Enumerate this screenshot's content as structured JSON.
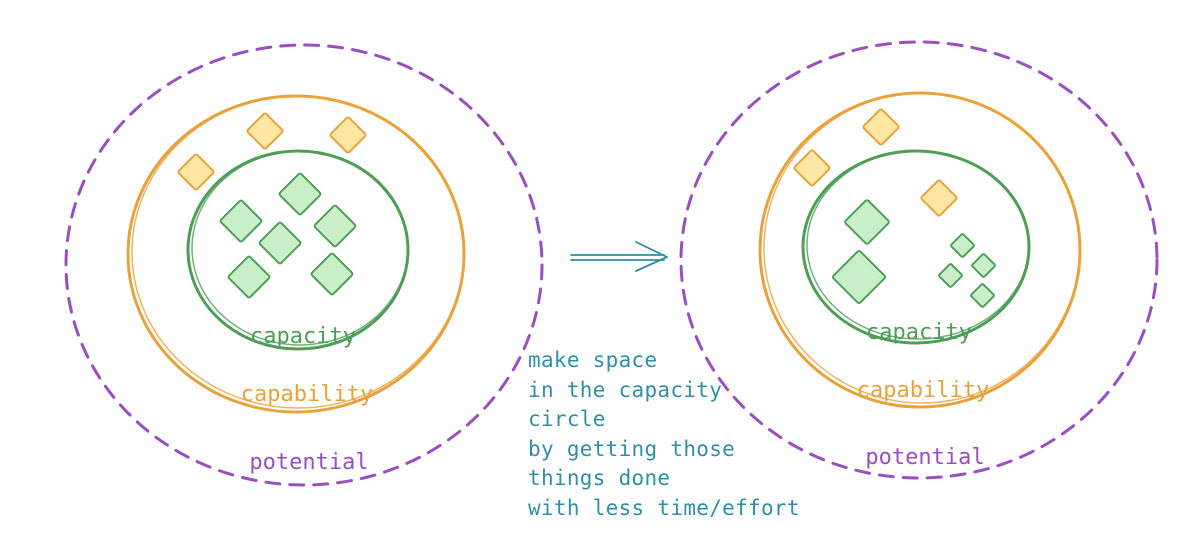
{
  "colors": {
    "potential": "#9a4fc0",
    "capability": "#e8a23c",
    "capacity": "#4f9e57",
    "capacity_fill": "#c9efc9",
    "capability_fill": "#fde7a3",
    "note": "#2f8fa6"
  },
  "left_diagram": {
    "potential_label": "potential",
    "capability_label": "capability",
    "capacity_label": "capacity"
  },
  "right_diagram": {
    "potential_label": "potential",
    "capability_label": "capability",
    "capacity_label": "capacity"
  },
  "arrow_icon": "double-arrow-right",
  "note_lines": [
    "make space",
    "in the capacity",
    "circle",
    "by getting those",
    "things done",
    "with less time/effort"
  ]
}
